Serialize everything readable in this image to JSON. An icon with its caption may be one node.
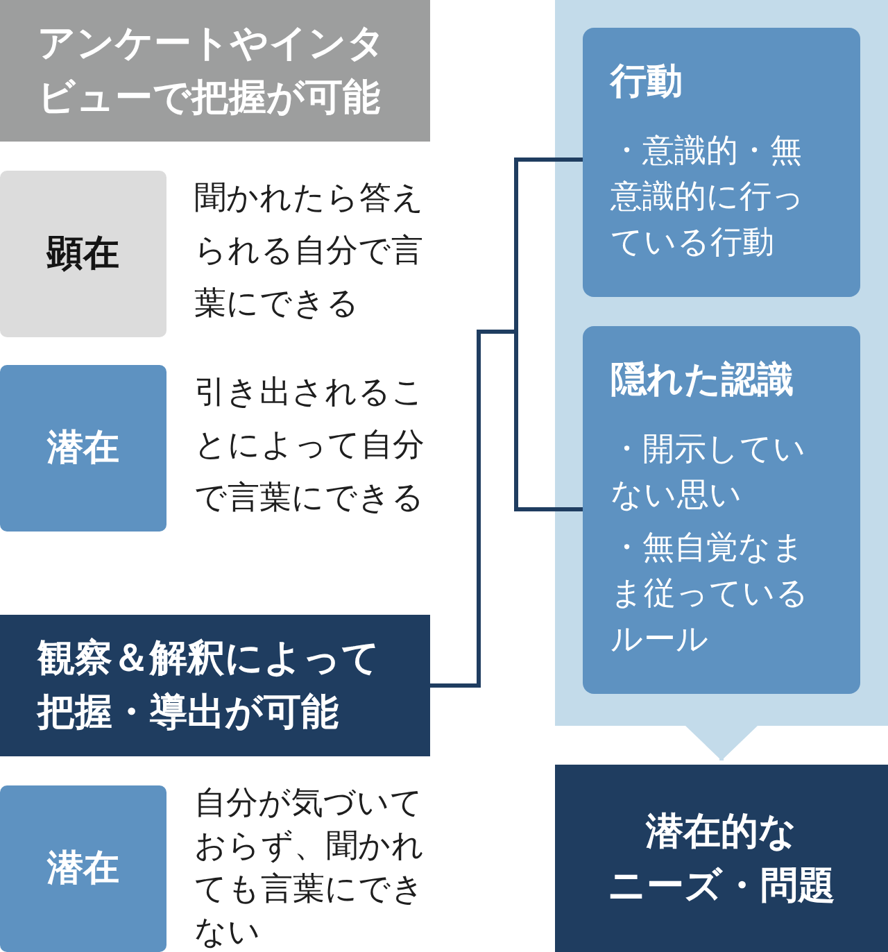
{
  "diagram": {
    "nodes": [
      {
        "text": [
          "アンケートやインタビューで把握が可能"
        ]
      },
      {
        "text": [
          "顕在"
        ],
        "beside": [
          "聞かれたら答えられる自分で言葉にできる"
        ]
      },
      {
        "text": [
          "潜在"
        ],
        "beside": [
          "引き出されることによって自分で言葉にできる"
        ]
      },
      {
        "text": [
          "観察＆解釈によって把握・導出が可能"
        ]
      },
      {
        "text": [
          "潜在"
        ],
        "beside": [
          "自分が気づいておらず、聞かれても言葉にできない"
        ]
      },
      {
        "text": [],
        "shape": "box"
      },
      {
        "text": [
          "行動",
          "・意識的・無意識的に行っている行動"
        ],
        "in": 5
      },
      {
        "text": [
          "隠れた認識",
          "・開示していない思い",
          "・無自覚なまま従っているルール"
        ],
        "in": 5
      },
      {
        "text": [
          "潜在的なニーズ・問題"
        ]
      }
    ],
    "edges": [
      {
        "from": 3,
        "to": 6,
        "arrow": "none"
      },
      {
        "from": 3,
        "to": 7,
        "arrow": "none"
      },
      {
        "from": 5,
        "to": 8,
        "arrow": "to",
        "color": "#c3dbea"
      }
    ]
  }
}
